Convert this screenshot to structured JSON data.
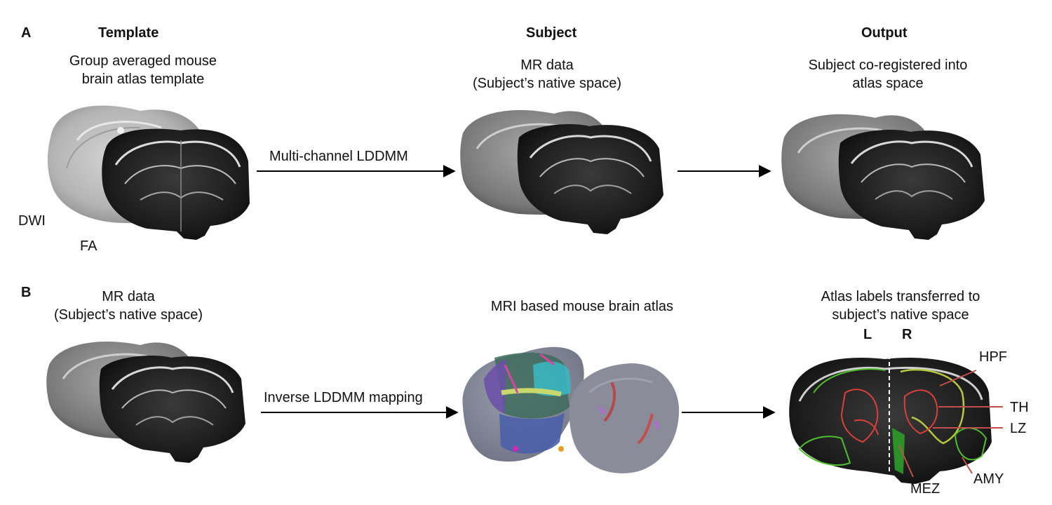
{
  "panel_a": {
    "letter": "A",
    "headers": {
      "template": "Template",
      "subject": "Subject",
      "output": "Output"
    },
    "template_caption": [
      "Group averaged mouse",
      "brain atlas template"
    ],
    "subject_caption": [
      "MR data",
      "(Subject’s native space)"
    ],
    "output_caption": [
      "Subject co-registered into",
      "atlas space"
    ],
    "channel_labels": {
      "dwi": "DWI",
      "fa": "FA"
    },
    "arrow_label": "Multi-channel LDDMM"
  },
  "panel_b": {
    "letter": "B",
    "subject_caption": [
      "MR data",
      "(Subject’s native space)"
    ],
    "atlas_caption": "MRI based mouse brain atlas",
    "output_caption": [
      "Atlas labels transferred to",
      "subject’s native space"
    ],
    "arrow_label": "Inverse LDDMM mapping",
    "hemispheres": {
      "left": "L",
      "right": "R"
    },
    "regions": {
      "hpf": "HPF",
      "th": "TH",
      "lz": "LZ",
      "amy": "AMY",
      "mez": "MEZ"
    }
  },
  "colors": {
    "label_outline_green": "#4fbf2f",
    "label_outline_red": "#d9403a",
    "annotation_line": "#c0504d"
  }
}
